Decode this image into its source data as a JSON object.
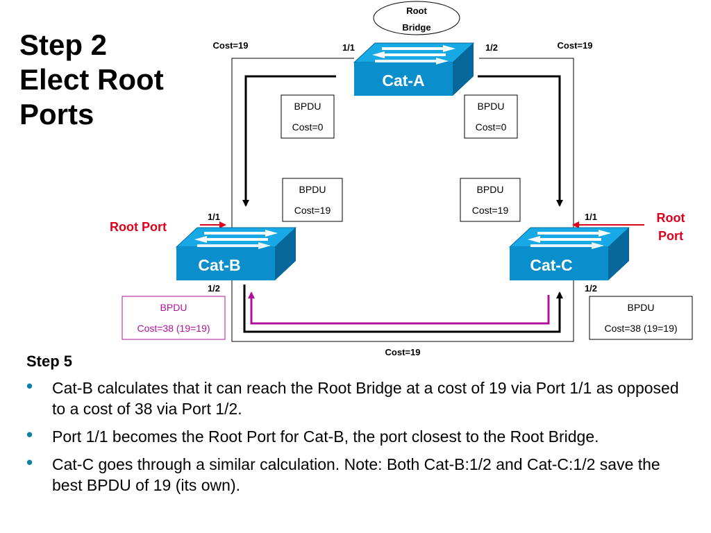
{
  "title": {
    "line1": "Step 2",
    "line2": "Elect Root",
    "line3": "Ports"
  },
  "root_bridge": {
    "line1": "Root",
    "line2": "Bridge"
  },
  "switches": {
    "a": "Cat-A",
    "b": "Cat-B",
    "c": "Cat-C"
  },
  "links": {
    "cost_left": "Cost=19",
    "cost_right": "Cost=19",
    "cost_bottom": "Cost=19"
  },
  "ports": {
    "a_left": "1/1",
    "a_right": "1/2",
    "b_top": "1/1",
    "b_bottom": "1/2",
    "c_top": "1/1",
    "c_bottom": "1/2"
  },
  "bpdus": {
    "a_left": {
      "line1": "BPDU",
      "line2": "Cost=0"
    },
    "a_right": {
      "line1": "BPDU",
      "line2": "Cost=0"
    },
    "mid_left": {
      "line1": "BPDU",
      "line2": "Cost=19"
    },
    "mid_right": {
      "line1": "BPDU",
      "line2": "Cost=19"
    },
    "b_bottom": {
      "line1": "BPDU",
      "line2": "Cost=38 (19=19)"
    },
    "c_bottom": {
      "line1": "BPDU",
      "line2": "Cost=38 (19=19)"
    }
  },
  "root_port_labels": {
    "left": "Root Port",
    "right_line1": "Root",
    "right_line2": "Port"
  },
  "step": {
    "heading": "Step 5",
    "bullet_char": "•",
    "bullets": [
      "Cat-B calculates that it can reach the Root Bridge at a cost of 19 via Port 1/1 as opposed to a cost of 38 via Port 1/2.",
      "Port 1/1 becomes the Root Port for Cat-B, the port closest to the Root Bridge.",
      "Cat-C goes through a similar calculation. Note: Both Cat-B:1/2 and Cat-C:1/2 save the best BPDU of 19 (its own)."
    ]
  },
  "colors": {
    "switch_face": "#0b8fcc",
    "switch_top": "#16a9e6",
    "switch_side": "#06689a",
    "root_port_red": "#e0001b",
    "bpdu_magenta": "#b0109a",
    "bullet_teal": "#0d7fa8"
  }
}
